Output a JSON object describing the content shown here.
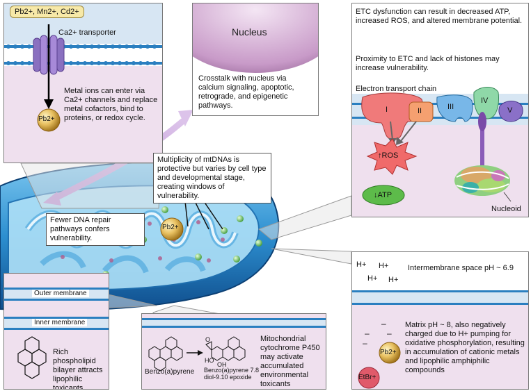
{
  "ions": {
    "pb": "Pb2+",
    "mn": "Mn2+",
    "cd": "Cd2+",
    "ion_list": "Pb2+, Mn2+, Cd2+",
    "etbr": "EtBr+",
    "h_plus": "H+"
  },
  "ca_panel": {
    "transporter_label": "Ca2+ transporter",
    "text": "Metal ions can enter via Ca2+ channels and replace metal cofactors, bind to proteins, or redox cycle."
  },
  "nucleus_panel": {
    "title": "Nucleus",
    "text": "Crosstalk with nucleus via calcium signaling, apoptotic, retrograde, and epigenetic pathways."
  },
  "etc_panel": {
    "text1": "ETC dysfunction can result in decreased ATP, increased ROS, and altered membrane potential.",
    "text2": "Proximity to ETC and lack of histones may increase vulnerability.",
    "chain_label": "Electron transport chain",
    "complexes": [
      "I",
      "II",
      "III",
      "IV",
      "V"
    ],
    "ros": "ROS",
    "atp": "ATP",
    "nucleoid": "Nucleoid"
  },
  "notes": {
    "multiplicity": "Multiplicity of mtDNAs is protective but varies by cell type and developmental stage, creating windows of vulnerability.",
    "repair": "Fewer DNA repair pathways confers vulnerability."
  },
  "membrane_panel": {
    "outer": "Outer membrane",
    "inner": "Inner membrane",
    "text": "Rich phospholipid bilayer attracts lipophilic toxicants"
  },
  "p450_panel": {
    "benzopyrene": "Benzo(a)pyrene",
    "epoxide": "Benzo(a)pyrene 7.8 diol-9.10 epoxide",
    "oh": "OH",
    "ho": "HO",
    "text": "Mitochondrial cytochrome P450 may activate accumulated environmental toxicants"
  },
  "ph_panel": {
    "intermembrane": "Intermembrane space pH ~ 6.9",
    "matrix": "Matrix pH ~ 8, also negatively charged due to H+ pumping for oxidative phosphorylation, resulting in accumulation of cationic metals and lipophilic amphiphilic compounds",
    "minus": "–"
  },
  "colors": {
    "membrane_blue": "#2a7fc0",
    "panel_bg": "#efe8ef",
    "mito_blue": "#2d8fd0",
    "pb_gold": "#e0b24a"
  }
}
